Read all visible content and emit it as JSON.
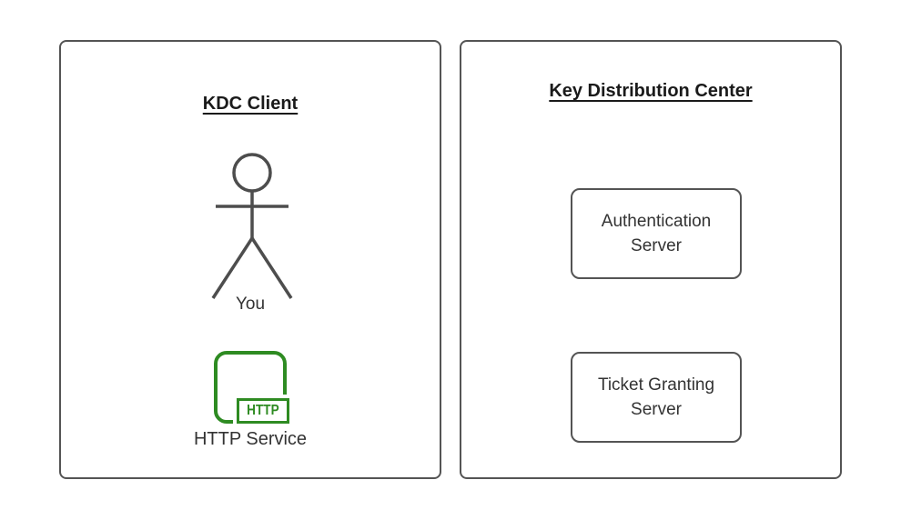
{
  "colors": {
    "panel_border": "#545454",
    "actor_stroke": "#4d4d4d",
    "service_green": "#2e8b22",
    "title_text": "#1a1a1a",
    "label_text": "#333333"
  },
  "client_panel": {
    "title": "KDC Client",
    "actor_label": "You",
    "service": {
      "badge": "HTTP",
      "label": "HTTP Service"
    }
  },
  "kdc_panel": {
    "title": "Key Distribution Center",
    "servers": [
      {
        "label": "Authentication Server"
      },
      {
        "label": "Ticket Granting Server"
      }
    ]
  }
}
